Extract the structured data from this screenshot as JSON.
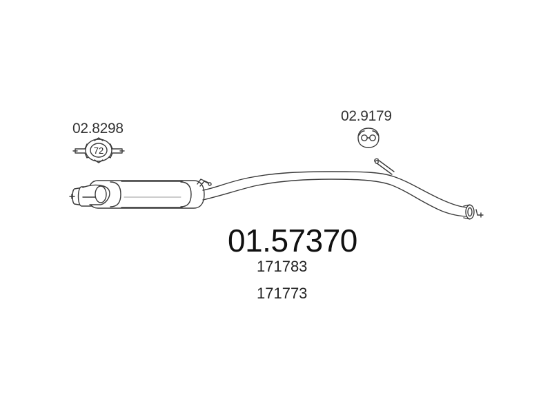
{
  "main_part_number": "01.57370",
  "oem_numbers": [
    "171783",
    "171773"
  ],
  "accessories": [
    {
      "number": "02.8298",
      "clamp_size": "72",
      "icon": "exhaust-clamp-icon"
    },
    {
      "number": "02.9179",
      "icon": "rubber-hanger-icon"
    }
  ],
  "colors": {
    "line": "#3a3a3a",
    "fill": "#ffffff",
    "shade": "#e6e6e6"
  }
}
